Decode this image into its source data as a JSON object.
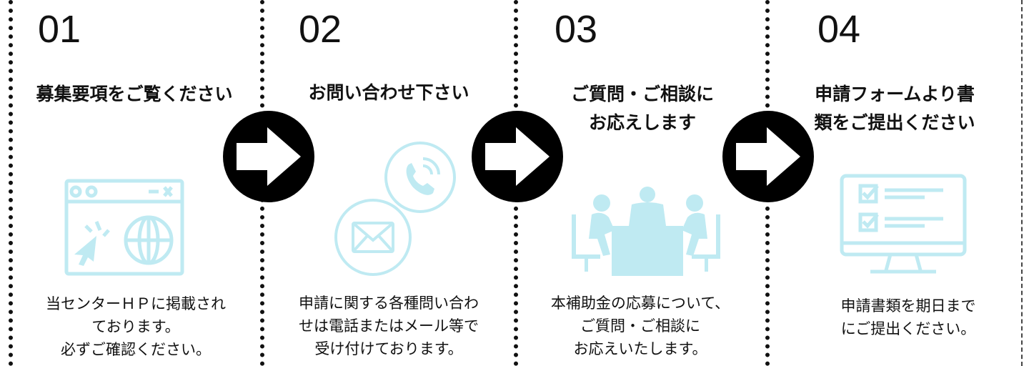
{
  "colors": {
    "icon": "#bfeaf2",
    "arrow_bg": "#000000",
    "arrow_fg": "#ffffff",
    "text": "#111111"
  },
  "steps": [
    {
      "number": "01",
      "title": [
        "募集要項をご覧ください"
      ],
      "icon": "website-browser-icon",
      "desc": [
        "当センターＨＰに掲載され",
        "ております。",
        "必ずご確認ください。"
      ]
    },
    {
      "number": "02",
      "title": [
        "お問い合わせ下さい"
      ],
      "icon": "phone-and-mail-icon",
      "desc": [
        "申請に関する各種問い合わ",
        "せは電話またはメール等で",
        "受け付けております。"
      ]
    },
    {
      "number": "03",
      "title": [
        "ご質問・ご相談に",
        "お応えします"
      ],
      "icon": "meeting-consultation-icon",
      "desc": [
        "本補助金の応募について、",
        "ご質問・ご相談に",
        "お応えいたします。"
      ]
    },
    {
      "number": "04",
      "title": [
        "申請フォームより書",
        "類をご提出ください"
      ],
      "icon": "online-form-monitor-icon",
      "desc": [
        "申請書類を期日まで",
        "にご提出ください。"
      ]
    }
  ]
}
